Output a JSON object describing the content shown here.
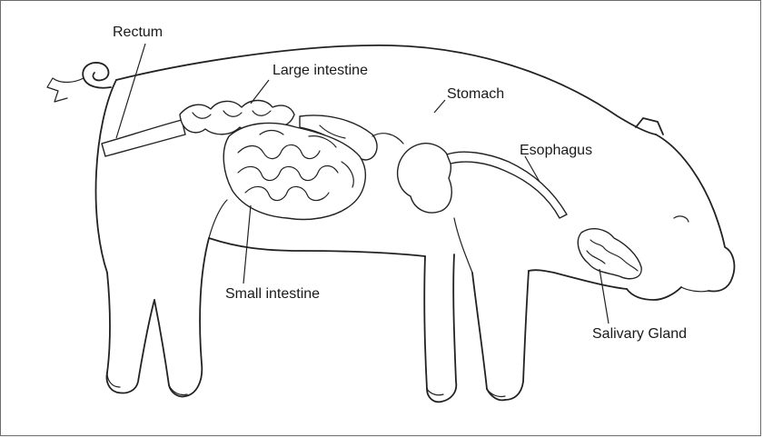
{
  "labels": {
    "rectum": "Rectum",
    "large_intestine": "Large intestine",
    "stomach": "Stomach",
    "esophagus": "Esophagus",
    "small_intestine": "Small intestine",
    "salivary_gland": "Salivary Gland"
  }
}
